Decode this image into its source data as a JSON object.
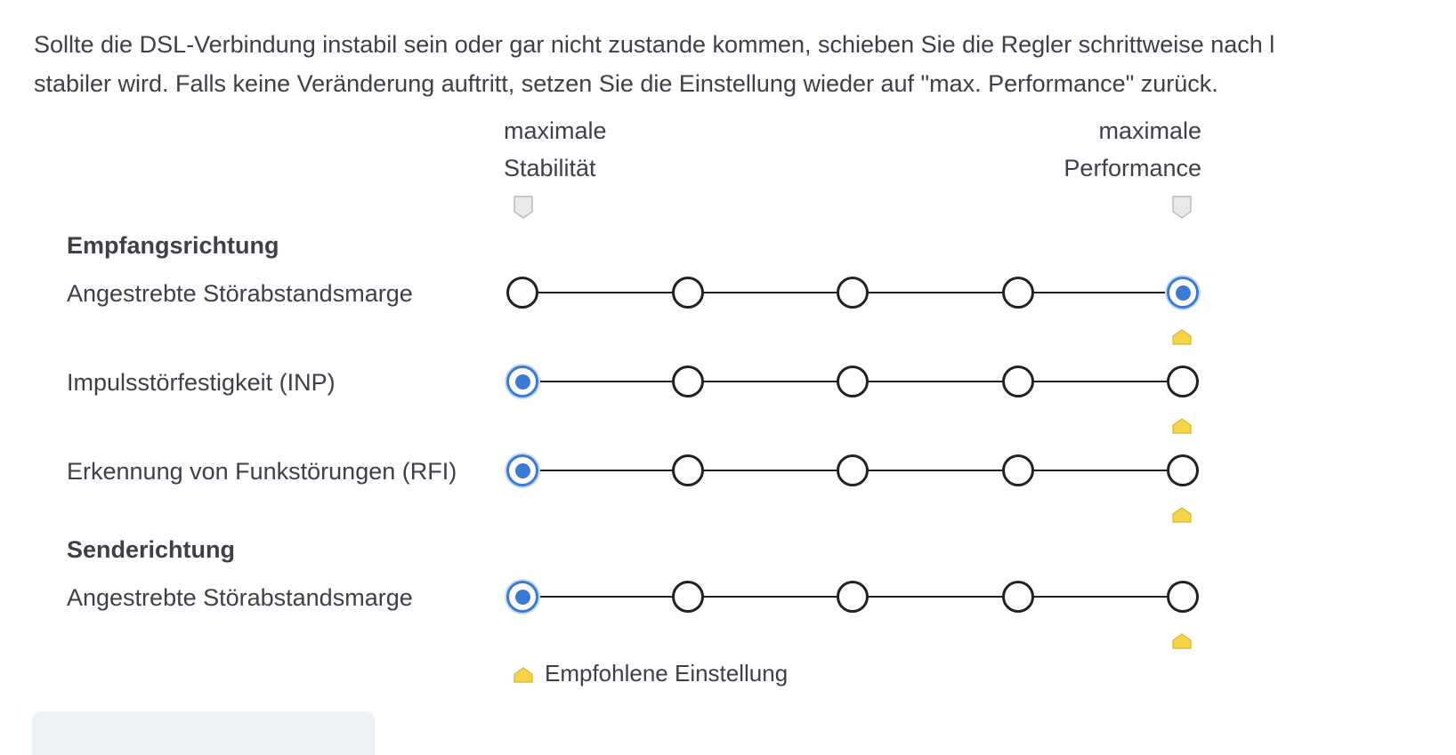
{
  "intro": {
    "line1": "Sollte die DSL-Verbindung instabil sein oder gar nicht zustande kommen, schieben Sie die Regler schrittweise nach l",
    "line2": "stabiler wird. Falls keine Veränderung auftritt, setzen Sie die Einstellung wieder auf \"max. Performance\" zurück."
  },
  "scale": {
    "left_line1": "maximale",
    "left_line2": "Stabilität",
    "right_line1": "maximale",
    "right_line2": "Performance"
  },
  "sections": [
    {
      "heading": "Empfangsrichtung",
      "rows": [
        {
          "label": "Angestrebte Störabstandsmarge",
          "steps": 5,
          "selected": 5,
          "recommended": 5
        },
        {
          "label": "Impulsstörfestigkeit (INP)",
          "steps": 5,
          "selected": 1,
          "recommended": 5
        },
        {
          "label": "Erkennung von Funkstörungen (RFI)",
          "steps": 5,
          "selected": 1,
          "recommended": 5
        }
      ]
    },
    {
      "heading": "Senderichtung",
      "rows": [
        {
          "label": "Angestrebte Störabstandsmarge",
          "steps": 5,
          "selected": 1,
          "recommended": 5
        }
      ]
    }
  ],
  "legend": {
    "recommended_label": "Empfohlene Einstellung"
  },
  "colors": {
    "selected": "#3a7bd5",
    "recommended_marker": "#f5d547",
    "flag": "#e8eaec"
  }
}
